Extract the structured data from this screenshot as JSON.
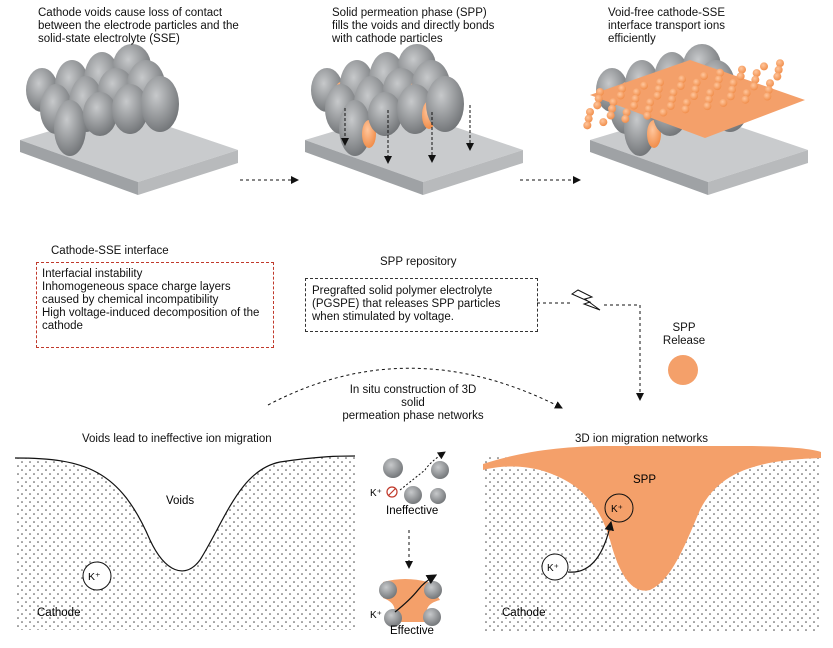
{
  "top_panels": [
    {
      "caption": [
        "Cathode voids cause loss of contact",
        "between the electrode particles and the",
        "solid-state electrolyte (SSE)"
      ]
    },
    {
      "caption": [
        "Solid permeation phase (SPP)",
        "fills the voids and directly bonds",
        "with cathode particles"
      ]
    },
    {
      "caption": [
        "Void-free cathode-SSE",
        "interface transport  ions",
        "efficiently"
      ]
    }
  ],
  "interface_box": {
    "title": "Cathode-SSE interface",
    "lines": [
      "Interfacial instability",
      "Inhomogeneous space charge layers",
      "caused by chemical incompatibility",
      "High voltage-induced decomposition of the",
      "cathode"
    ]
  },
  "repository_box": {
    "title": "SPP repository",
    "lines": [
      "Pregrafted  solid  polymer  electrolyte",
      "(PGSPE)  that  releases  SPP  particles",
      "when stimulated by voltage."
    ]
  },
  "spp_release": {
    "label": [
      "SPP",
      "Release"
    ]
  },
  "construction_text": [
    "In situ construction of 3D solid",
    "permeation phase networks"
  ],
  "bottom_left": {
    "title": "Voids lead to ineffective ion migration",
    "voids_label": "Voids",
    "ion_label": "K⁺",
    "cathode_label": "Cathode"
  },
  "middle": {
    "ineffective_label": "Ineffective",
    "effective_label": "Effective",
    "ion_label": "K⁺"
  },
  "bottom_right": {
    "title": "3D ion migration networks",
    "spp_label": "SPP",
    "ion_label": "K⁺",
    "cathode_label": "Cathode"
  },
  "colors": {
    "spp_orange": "#f4a06a",
    "particle_gray": "#8d8f92",
    "substrate": "#b8babc",
    "red_border": "#c0392b"
  },
  "icons": [
    "lightning-icon",
    "blocked-icon",
    "arrow-icon"
  ]
}
